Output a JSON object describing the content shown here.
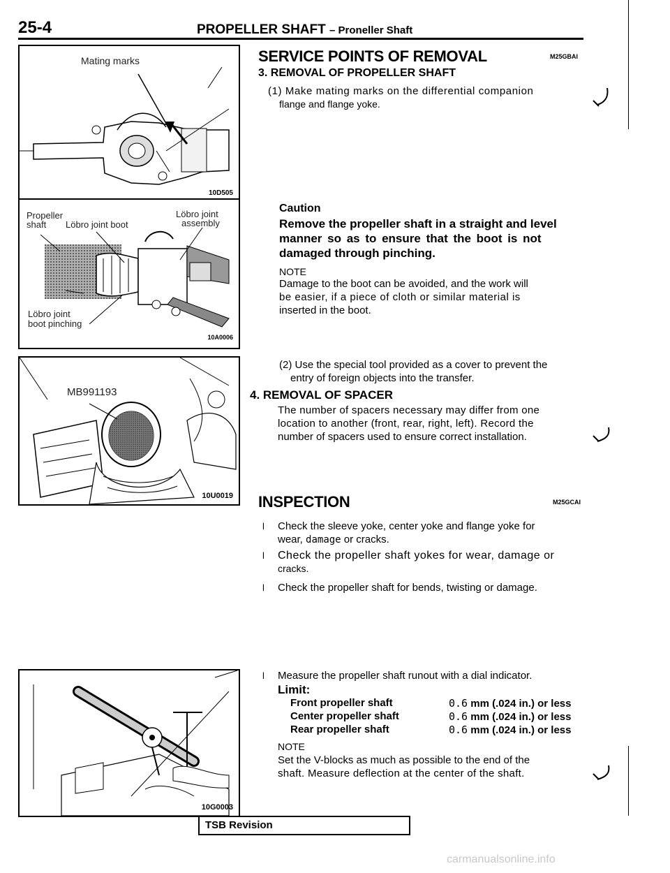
{
  "header": {
    "page_number": "25-4",
    "title": "PROPELLER SHAFT",
    "subtitle": "– Proneller Shaft"
  },
  "figures": {
    "fig1": {
      "label": "Mating marks",
      "code": "10D505"
    },
    "fig2": {
      "label_propeller": "Propeller",
      "label_shaft": "shaft",
      "label_boot": "Löbro joint boot",
      "label_lobro": "Löbro joint",
      "label_assembly": "assembly",
      "label_pinch1": "Löbro joint",
      "label_pinch2": "boot pinching",
      "code": "10A0006"
    },
    "fig3": {
      "label": "MB991193",
      "code": "10U0019"
    },
    "fig4": {
      "code": "10G0003"
    }
  },
  "service": {
    "heading": "SERVICE POINTS OF REMOVAL",
    "code": "M25GBAI",
    "step3": "3. REMOVAL OF PROPELLER SHAFT",
    "s3_line1": "(1) Make mating marks on the differential companion",
    "s3_line2": "flange and flange yoke.",
    "caution_title": "Caution",
    "caution_l1": "Remove the propeller shaft in a straight and level",
    "caution_l2": "manner so as to ensure that the boot is not",
    "caution_l3": "damaged through pinching.",
    "note_title": "NOTE",
    "note_l1": "Damage to the boot can be avoided, and the work will",
    "note_l2": "be easier, if a piece of cloth or similar material is",
    "note_l3": "inserted in the boot.",
    "s3_2_l1": "(2) Use the special tool provided as a cover to prevent the",
    "s3_2_l2": "entry of foreign objects into the transfer.",
    "step4": "4. REMOVAL OF SPACER",
    "s4_l1": "The number of spacers necessary may differ from one",
    "s4_l2": "location to another (front, rear, right, left). Record the",
    "s4_l3": "number of spacers used to ensure correct installation."
  },
  "inspection": {
    "heading": "INSPECTION",
    "code": "M25GCAI",
    "bullet_glyph": "l",
    "b1_l1": "Check the sleeve yoke, center yoke and flange yoke for",
    "b1_l2a": "wear,",
    "b1_l2b": "damage",
    "b1_l2c": "or cracks.",
    "b2_l1": "Check the propeller shaft yokes for wear, damage or",
    "b2_l2": "cracks.",
    "b3_l1": "Check the propeller shaft for bends, twisting or damage.",
    "b4_l1": "Measure the propeller shaft runout with a dial indicator.",
    "limit_title": "Limit:",
    "limits": [
      {
        "name": "Front propeller shaft",
        "num": "0.6",
        "unit": "mm (.024 in.) or less"
      },
      {
        "name": "Center propeller shaft",
        "num": "0.6",
        "unit": "mm (.024 in.) or less"
      },
      {
        "name": "Rear propeller shaft",
        "num": "0.6",
        "unit": "mm (.024 in.) or less"
      }
    ],
    "note_title": "NOTE",
    "note_l1": "Set the V-blocks as much as possible to the end of the",
    "note_l2": "shaft. Measure deflection at the center of the shaft."
  },
  "footer": {
    "tsb": "TSB Revision"
  },
  "watermark": "carmanualsonline.info"
}
